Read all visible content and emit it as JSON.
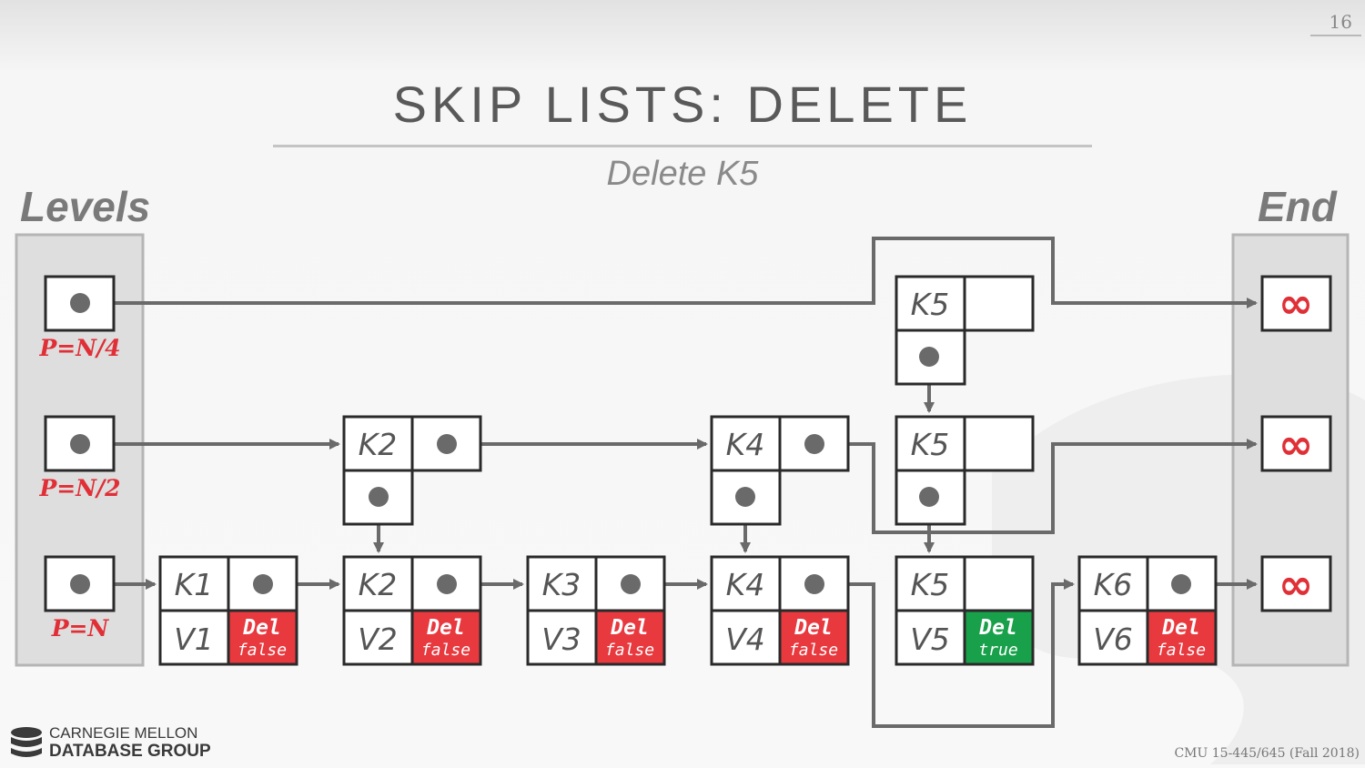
{
  "page_number": "16",
  "title": "SKIP LISTS: DELETE",
  "subtitle": "Delete K5",
  "levels_label": "Levels",
  "end_label": "End",
  "level_probabilities": [
    "P=N/4",
    "P=N/2",
    "P=N"
  ],
  "end_symbol": "∞",
  "bottom_nodes": [
    {
      "key": "K1",
      "value": "V1",
      "del_label": "Del",
      "del_value": "false"
    },
    {
      "key": "K2",
      "value": "V2",
      "del_label": "Del",
      "del_value": "false"
    },
    {
      "key": "K3",
      "value": "V3",
      "del_label": "Del",
      "del_value": "false"
    },
    {
      "key": "K4",
      "value": "V4",
      "del_label": "Del",
      "del_value": "false"
    },
    {
      "key": "K5",
      "value": "V5",
      "del_label": "Del",
      "del_value": "true"
    },
    {
      "key": "K6",
      "value": "V6",
      "del_label": "Del",
      "del_value": "false"
    }
  ],
  "upper_nodes": {
    "level2": [
      "K2",
      "K4",
      "K5"
    ],
    "level3": [
      "K5"
    ]
  },
  "colors": {
    "del_false": "#e8393f",
    "del_true": "#18a14a",
    "probability_text": "#e02f36",
    "infinity": "#e02f36",
    "arrow": "#6a6a6a"
  },
  "footer": {
    "logo_line1": "CARNEGIE MELLON",
    "logo_line2": "DATABASE GROUP",
    "course": "CMU 15-445/645 (Fall 2018)"
  }
}
